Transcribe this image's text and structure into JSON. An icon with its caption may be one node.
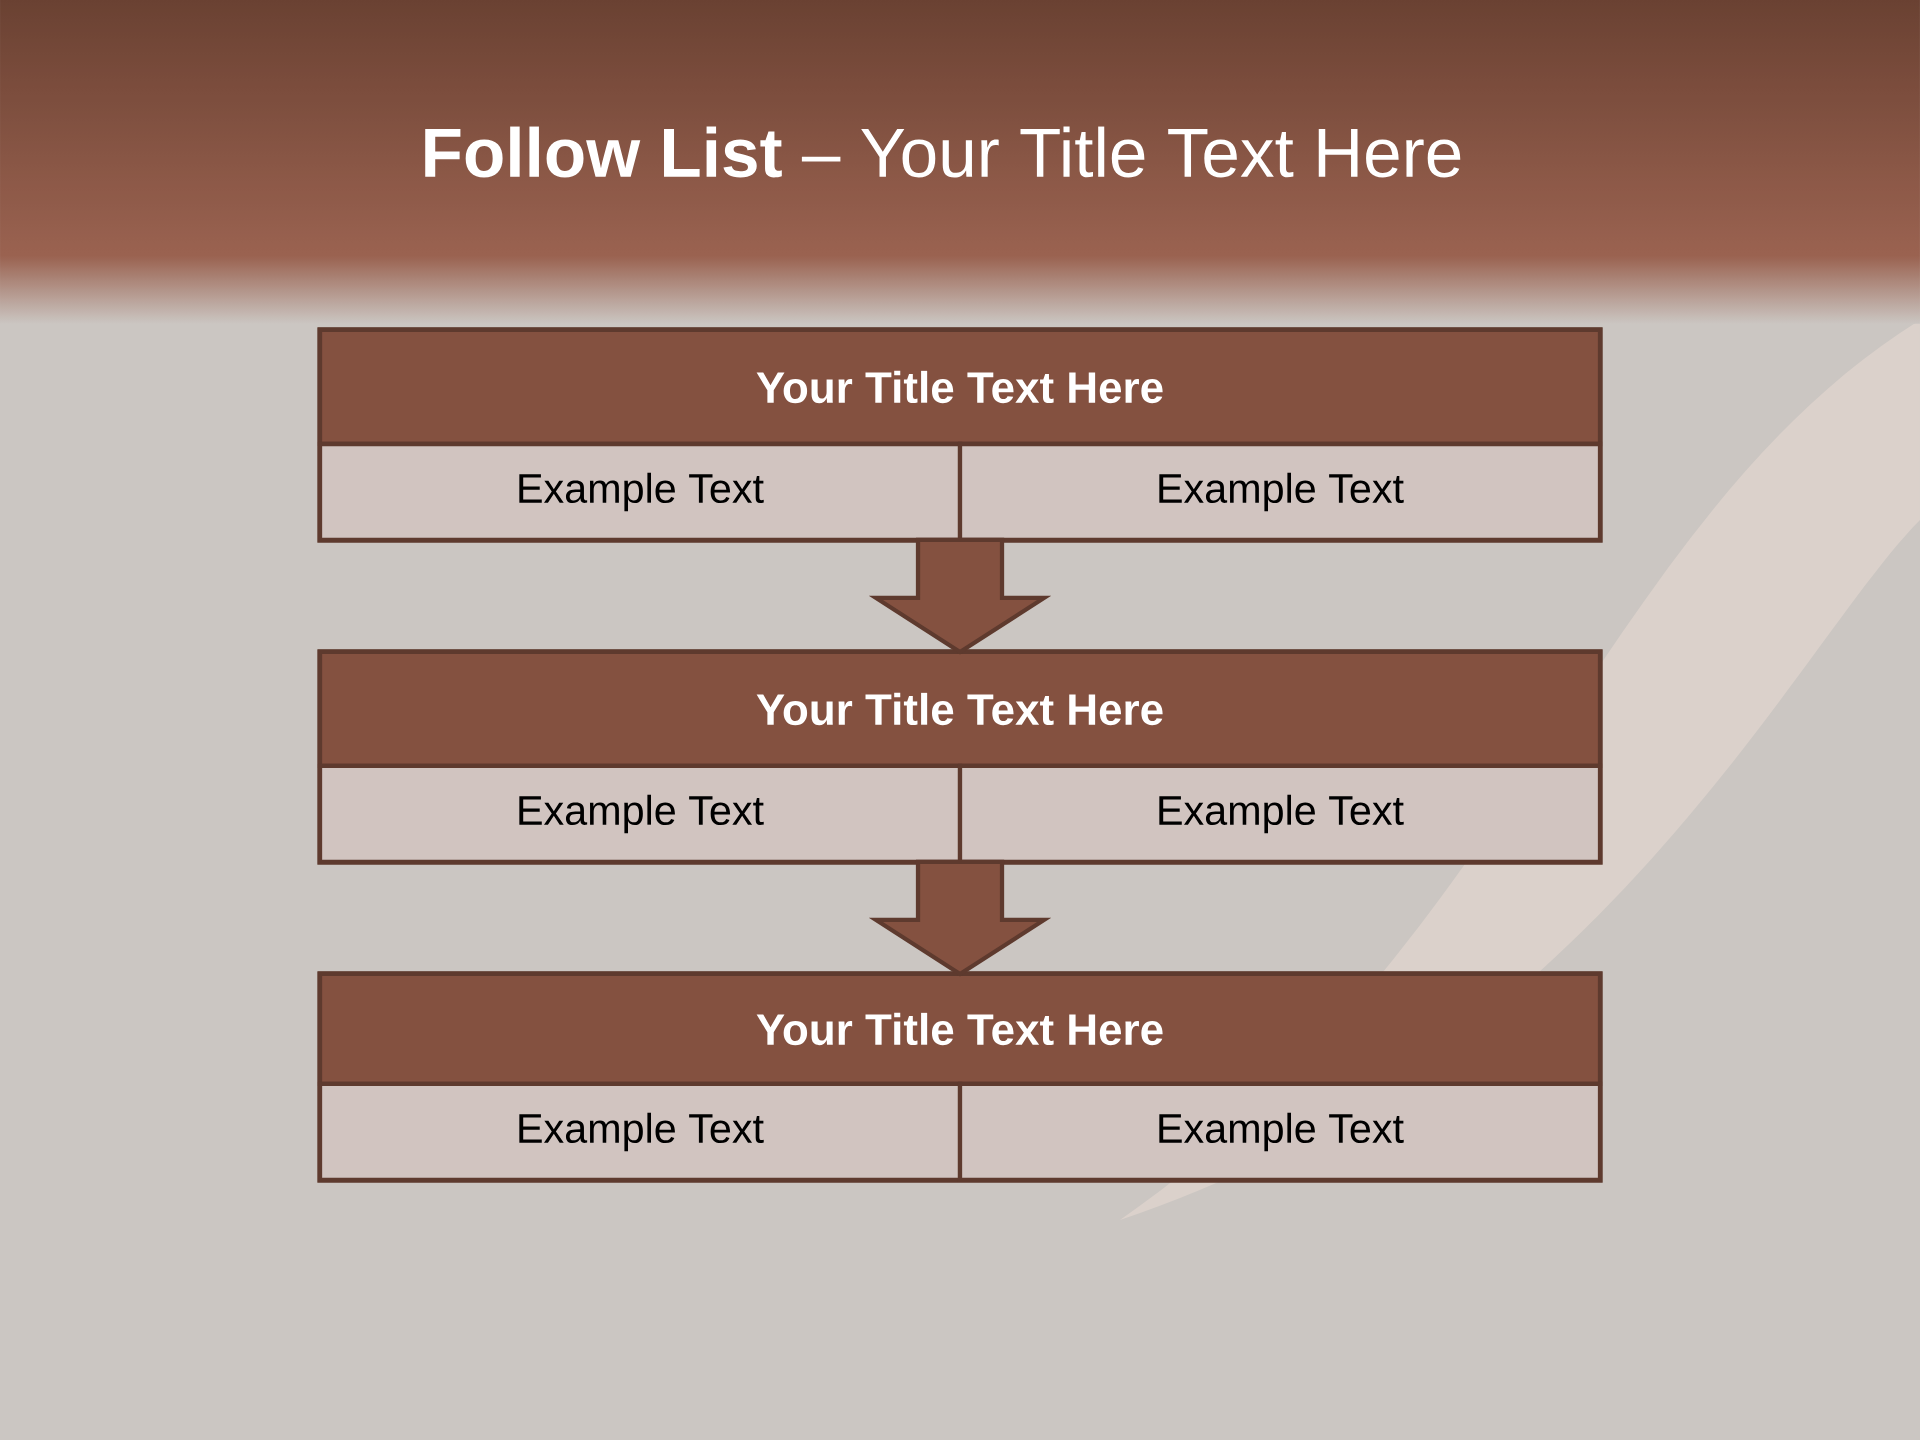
{
  "diagram": {
    "title": "**Follow List** – Your Title Text Here",
    "nodes": [
      {
        "text": [],
        "shape": "box"
      },
      {
        "text": [
          "Your Title Text Here"
        ],
        "in": 0
      },
      {
        "text": [
          "Example Text"
        ],
        "in": 0
      },
      {
        "text": [
          "Example Text"
        ],
        "in": 0
      },
      {
        "text": [],
        "shape": "box"
      },
      {
        "text": [
          "Your Title Text Here"
        ],
        "in": 4
      },
      {
        "text": [
          "Example Text"
        ],
        "in": 4
      },
      {
        "text": [
          "Example Text"
        ],
        "in": 4
      },
      {
        "text": [],
        "shape": "box"
      },
      {
        "text": [
          "Your Title Text Here"
        ],
        "in": 8
      },
      {
        "text": [
          "Example Text"
        ],
        "in": 8
      },
      {
        "text": [
          "Example Text"
        ],
        "in": 8
      }
    ],
    "edges": [
      {
        "from": 0,
        "to": 4,
        "arrow": "to"
      },
      {
        "from": 4,
        "to": 8,
        "arrow": "to"
      }
    ]
  }
}
